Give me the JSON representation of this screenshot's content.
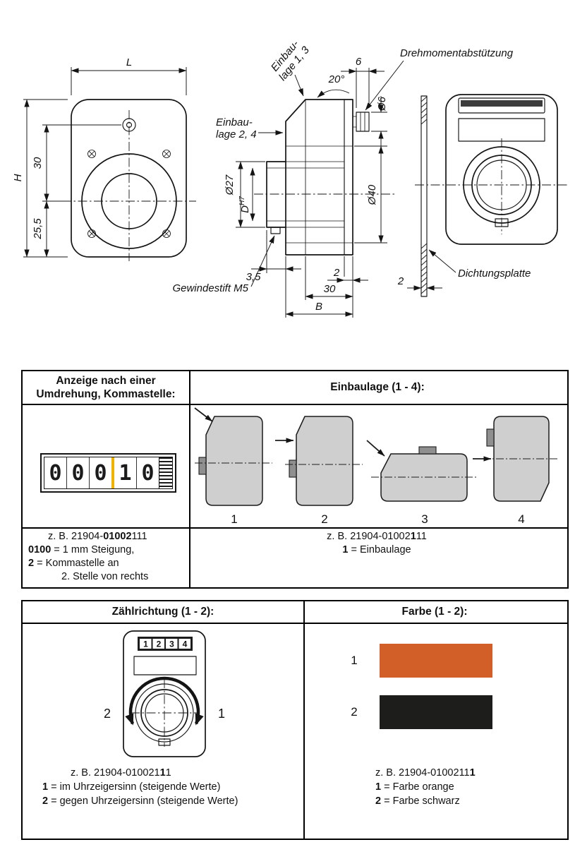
{
  "drawing": {
    "front": {
      "dim_l": "L",
      "dim_h": "H",
      "dim_30": "30",
      "dim_25_5": "25,5"
    },
    "side": {
      "mount_13_line1": "Einbau-",
      "mount_13_line2": "lage 1, 3",
      "mount_24_line1": "Einbau-",
      "mount_24_line2": "lage 2, 4",
      "angle": "20°",
      "dim_6": "6",
      "torque_support": "Drehmomentabstützung",
      "dia_6": "Ø6",
      "dia_27": "Ø27",
      "bore_d": "D",
      "bore_tol": "H7",
      "dia_40": "Ø40",
      "dim_35": "3,5",
      "set_screw": "Gewindestift M5",
      "dim_2": "2",
      "dim_30": "30",
      "dim_b": "B"
    },
    "seal": {
      "label": "Dichtungsplatte",
      "dim_2": "2"
    }
  },
  "table1": {
    "left": {
      "header_line1": "Anzeige nach einer",
      "header_line2": "Umdrehung, Kommastelle:",
      "digits": [
        "0",
        "0",
        "0",
        "1",
        "0"
      ],
      "example": {
        "prefix": "z. B. 21904-",
        "bold": "01002",
        "suffix": "111"
      },
      "note1": {
        "bold": "0100",
        "text": " = 1 mm Steigung,"
      },
      "note2": {
        "bold": "2",
        "text": " = Kommastelle an"
      },
      "note3": "2. Stelle von rechts"
    },
    "right": {
      "header": "Einbaulage (1 - 4):",
      "positions": [
        "1",
        "2",
        "3",
        "4"
      ],
      "example": {
        "prefix": "z. B. 21904-01002",
        "bold": "1",
        "suffix": "11"
      },
      "note": {
        "bold": "1",
        "text": " = Einbaulage"
      }
    }
  },
  "table2": {
    "left": {
      "header": "Zählrichtung (1 - 2):",
      "display_digits": [
        "1",
        "2",
        "3",
        "4"
      ],
      "dir_cw": "1",
      "dir_ccw": "2",
      "example": {
        "prefix": "z. B. 21904-010021",
        "bold": "1",
        "suffix": "1"
      },
      "note1": {
        "bold": "1",
        "text": " = im Uhrzeigersinn (steigende Werte)"
      },
      "note2": {
        "bold": "2",
        "text": " = gegen Uhrzeigersinn (steigende Werte)"
      }
    },
    "right": {
      "header": "Farbe (1 - 2):",
      "swatches": [
        {
          "label": "1",
          "color": "#d25f28"
        },
        {
          "label": "2",
          "color": "#1d1d1b"
        }
      ],
      "example": {
        "prefix": "z. B. 21904-0100211",
        "bold": "1",
        "suffix": ""
      },
      "note1": {
        "bold": "1",
        "text": " = Farbe orange"
      },
      "note2": {
        "bold": "2",
        "text": " = Farbe schwarz"
      }
    }
  }
}
